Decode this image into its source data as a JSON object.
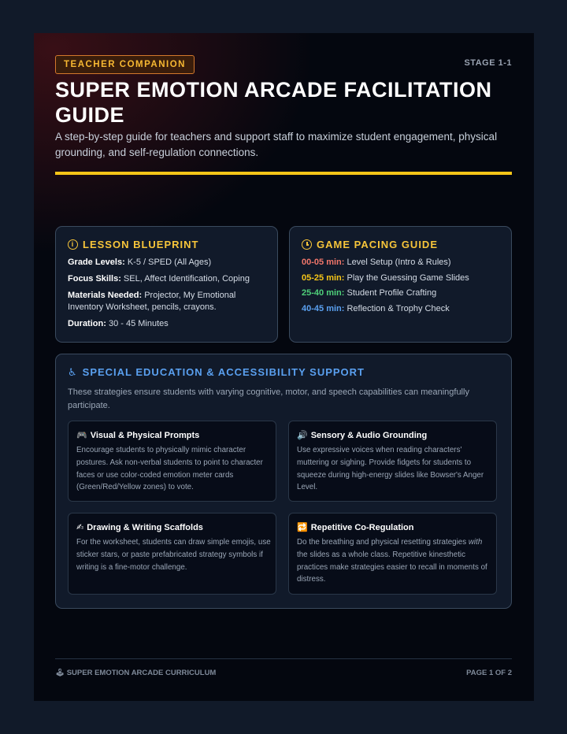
{
  "header": {
    "badge": "TEACHER COMPANION",
    "stage": "STAGE 1-1",
    "title": "SUPER EMOTION ARCADE FACILITATION GUIDE",
    "subtitle": "A step-by-step guide for teachers and support staff to maximize student engagement, physical grounding, and self-regulation connections."
  },
  "blueprint": {
    "title": "LESSON BLUEPRINT",
    "icon": "info-icon",
    "items": [
      {
        "label": "Grade Levels:",
        "value": "K-5 / SPED (All Ages)"
      },
      {
        "label": "Focus Skills:",
        "value": "SEL, Affect Identification, Coping"
      },
      {
        "label": "Materials Needed:",
        "value": "Projector, My Emotional Inventory Worksheet, pencils, crayons."
      },
      {
        "label": "Duration:",
        "value": "30 - 45 Minutes"
      }
    ]
  },
  "pacing": {
    "title": "GAME PACING GUIDE",
    "icon": "clock-icon",
    "items": [
      {
        "time": "00-05 min:",
        "text": "Level Setup (Intro & Rules)",
        "color": "#f0766a"
      },
      {
        "time": "05-25 min:",
        "text": "Play the Guessing Game Slides",
        "color": "#f5c518"
      },
      {
        "time": "25-40 min:",
        "text": "Student Profile Crafting",
        "color": "#4fd07a"
      },
      {
        "time": "40-45 min:",
        "text": "Reflection & Trophy Check",
        "color": "#5aa0f0"
      }
    ]
  },
  "sped": {
    "icon": "wheelchair-icon",
    "title": "SPECIAL EDUCATION & ACCESSIBILITY SUPPORT",
    "desc": "These strategies ensure students with varying cognitive, motor, and speech capabilities can meaningfully participate.",
    "cards": [
      {
        "icon": "gamepad-icon",
        "glyph": "🎮",
        "title": "Visual & Physical Prompts",
        "body": "Encourage students to physically mimic character postures. Ask non-verbal students to point to character faces or use color-coded emotion meter cards (Green/Red/Yellow zones) to vote."
      },
      {
        "icon": "speaker-icon",
        "glyph": "🔊",
        "title": "Sensory & Audio Grounding",
        "body": "Use expressive voices when reading characters' muttering or sighing. Provide fidgets for students to squeeze during high-energy slides like Bowser's Anger Level."
      },
      {
        "icon": "writing-hand-icon",
        "glyph": "✍",
        "title": "Drawing & Writing Scaffolds",
        "body": "For the worksheet, students can draw simple emojis, use sticker stars, or paste prefabricated strategy symbols if writing is a fine-motor challenge."
      },
      {
        "icon": "repeat-icon",
        "glyph": "🔁",
        "title": "Repetitive Co-Regulation",
        "body_pre": "Do the breathing and physical resetting strategies ",
        "body_em": "with",
        "body_post": " the slides as a whole class. Repetitive kinesthetic practices make strategies easier to recall in moments of distress."
      }
    ]
  },
  "footer": {
    "left": "SUPER EMOTION ARCADE CURRICULUM",
    "left_icon": "joystick-icon",
    "right": "PAGE 1 OF 2"
  }
}
